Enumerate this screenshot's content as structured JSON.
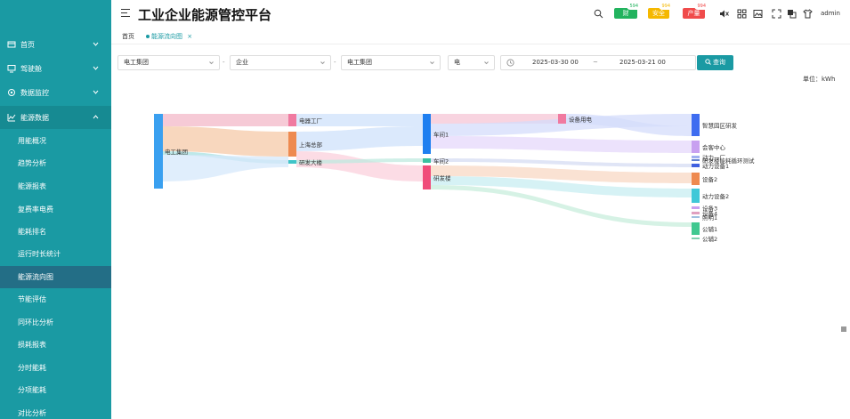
{
  "header": {
    "title": "工业企业能源管控平台",
    "pills": [
      {
        "label": "财",
        "badge": "594",
        "color": "#22b35e"
      },
      {
        "label": "安全",
        "badge": "994",
        "color": "#f5b800"
      },
      {
        "label": "产量",
        "badge": "994",
        "color": "#f04b4b"
      }
    ],
    "user": "admin"
  },
  "sidebar": {
    "items": [
      {
        "label": "首页"
      },
      {
        "label": "驾驶舱"
      },
      {
        "label": "数据监控"
      },
      {
        "label": "能源数据"
      }
    ],
    "subitems": [
      {
        "label": "用能概况"
      },
      {
        "label": "趋势分析"
      },
      {
        "label": "能源报表"
      },
      {
        "label": "复费率电费"
      },
      {
        "label": "能耗排名"
      },
      {
        "label": "运行时长统计"
      },
      {
        "label": "能源流向图"
      },
      {
        "label": "节能评估"
      },
      {
        "label": "同环比分析"
      },
      {
        "label": "损耗报表"
      },
      {
        "label": "分时能耗"
      },
      {
        "label": "分项能耗"
      },
      {
        "label": "对比分析"
      }
    ]
  },
  "tabs": [
    {
      "label": "首页"
    },
    {
      "label": "能源流向图"
    }
  ],
  "filters": {
    "group": "电工集团",
    "level": "企业",
    "enterprise": "电工集团",
    "energy": "电",
    "date_start": "2025-03-30 00",
    "date_sep": "~",
    "date_end": "2025-03-21 00",
    "query_label": "查询"
  },
  "unit_label": "单位：kWh",
  "sankey_data": {
    "nodes": [
      {
        "id": "n0",
        "label": "电工集团",
        "col": 0,
        "color": "#3aa0f0"
      },
      {
        "id": "n1",
        "label": "电器工厂",
        "col": 1,
        "color": "#f07aa0"
      },
      {
        "id": "n2",
        "label": "上海总部",
        "col": 1,
        "color": "#ee8a50"
      },
      {
        "id": "n3",
        "label": "研发大楼",
        "col": 1,
        "color": "#40c4c8"
      },
      {
        "id": "n4",
        "label": "车间1",
        "col": 2,
        "color": "#1e7ff0"
      },
      {
        "id": "n5",
        "label": "车间2",
        "col": 2,
        "color": "#3ac0a0"
      },
      {
        "id": "n6",
        "label": "研发楼",
        "col": 2,
        "color": "#f04c7a"
      },
      {
        "id": "n7",
        "label": "设备用电",
        "col": 3,
        "color": "#f07aa0"
      },
      {
        "id": "n8",
        "label": "智慧园区研发",
        "col": 4,
        "color": "#3e6cf0"
      },
      {
        "id": "n9",
        "label": "会客中心",
        "col": 4,
        "color": "#c8a0f0"
      },
      {
        "id": "n10",
        "label": "动力一厂",
        "col": 4,
        "color": "#a0b0f0"
      },
      {
        "id": "n11",
        "label": "研发楼能耗循环测试",
        "col": 4,
        "color": "#6080d0"
      },
      {
        "id": "n12",
        "label": "动力设备1",
        "col": 4,
        "color": "#4060e0"
      },
      {
        "id": "n13",
        "label": "设备2",
        "col": 4,
        "color": "#ee8a50"
      },
      {
        "id": "n14",
        "label": "动力设备2",
        "col": 4,
        "color": "#40c8d8"
      },
      {
        "id": "n15",
        "label": "设备3",
        "col": 4,
        "color": "#c8a0f0"
      },
      {
        "id": "n16",
        "label": "设备4",
        "col": 4,
        "color": "#e0a0c0"
      },
      {
        "id": "n17",
        "label": "照明1",
        "col": 4,
        "color": "#a0c0e0"
      },
      {
        "id": "n18",
        "label": "公辅1",
        "col": 4,
        "color": "#40c890"
      },
      {
        "id": "n19",
        "label": "公辅2",
        "col": 4,
        "color": "#80d0b0"
      }
    ]
  }
}
